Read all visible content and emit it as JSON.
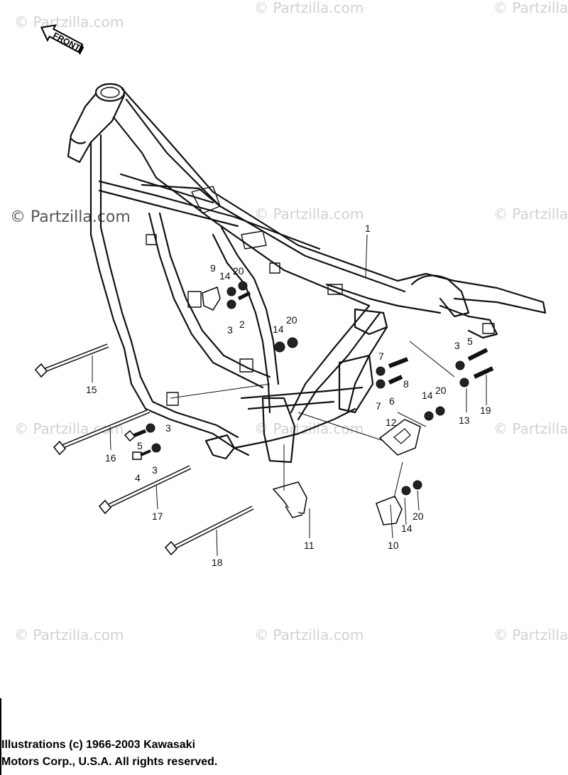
{
  "front_label": "FRONT",
  "watermark": "© Partzilla.com",
  "watermark_prominent": "© Partzilla.com",
  "copyright": {
    "line1": "Illustrations (c) 1966-2003 Kawasaki",
    "line2": "Motors Corp., U.S.A.  All rights reserved."
  },
  "callouts": [
    "1",
    "9",
    "14",
    "20",
    "3",
    "2",
    "20",
    "14",
    "15",
    "16",
    "3",
    "5",
    "4",
    "3",
    "17",
    "18",
    "11",
    "7",
    "8",
    "6",
    "7",
    "12",
    "3",
    "5",
    "13",
    "19",
    "14",
    "20",
    "10",
    "14",
    "20"
  ]
}
